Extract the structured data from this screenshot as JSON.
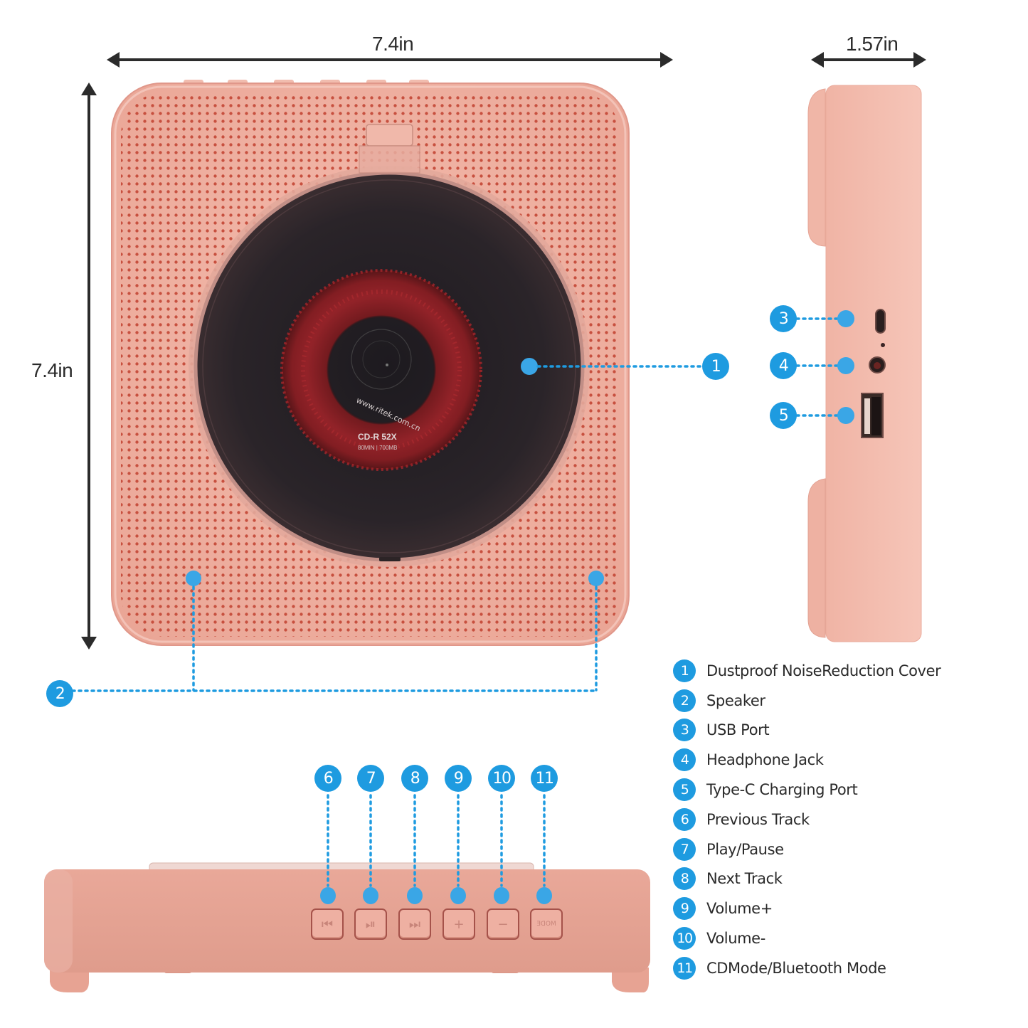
{
  "dimensions": {
    "width": "7.4in",
    "height": "7.4in",
    "depth": "1.57in"
  },
  "disc": {
    "url_text": "www.ritek.com.cn",
    "type_text": "CD-R  52X",
    "capacity_text": "80MIN | 700MB"
  },
  "callouts": {
    "c1": "1",
    "c2": "2",
    "c3": "3",
    "c4": "4",
    "c5": "5",
    "c6": "6",
    "c7": "7",
    "c8": "8",
    "c9": "9",
    "c10": "10",
    "c11": "11"
  },
  "buttons": [
    {
      "id": "previous-track",
      "glyph": "⏮"
    },
    {
      "id": "play-pause",
      "glyph": "⏯"
    },
    {
      "id": "next-track",
      "glyph": "⏭"
    },
    {
      "id": "volume-up",
      "glyph": "+"
    },
    {
      "id": "volume-down",
      "glyph": "−"
    },
    {
      "id": "mode",
      "glyph": "MODE"
    }
  ],
  "legend": [
    {
      "num": "1",
      "label": "Dustproof NoiseReduction Cover"
    },
    {
      "num": "2",
      "label": "Speaker"
    },
    {
      "num": "3",
      "label": "USB Port"
    },
    {
      "num": "4",
      "label": "Headphone Jack"
    },
    {
      "num": "5",
      "label": "Type-C Charging Port"
    },
    {
      "num": "6",
      "label": "Previous Track"
    },
    {
      "num": "7",
      "label": "Play/Pause"
    },
    {
      "num": "8",
      "label": "Next Track"
    },
    {
      "num": "9",
      "label": "Volume+"
    },
    {
      "num": "10",
      "label": "Volume-"
    },
    {
      "num": "11",
      "label": "CDMode/Bluetooth Mode"
    }
  ],
  "colors": {
    "accent": "#1e9be0",
    "body_pink": "#f2b2a2",
    "grille_dot": "#c7503f",
    "text": "#2a2a2a"
  }
}
